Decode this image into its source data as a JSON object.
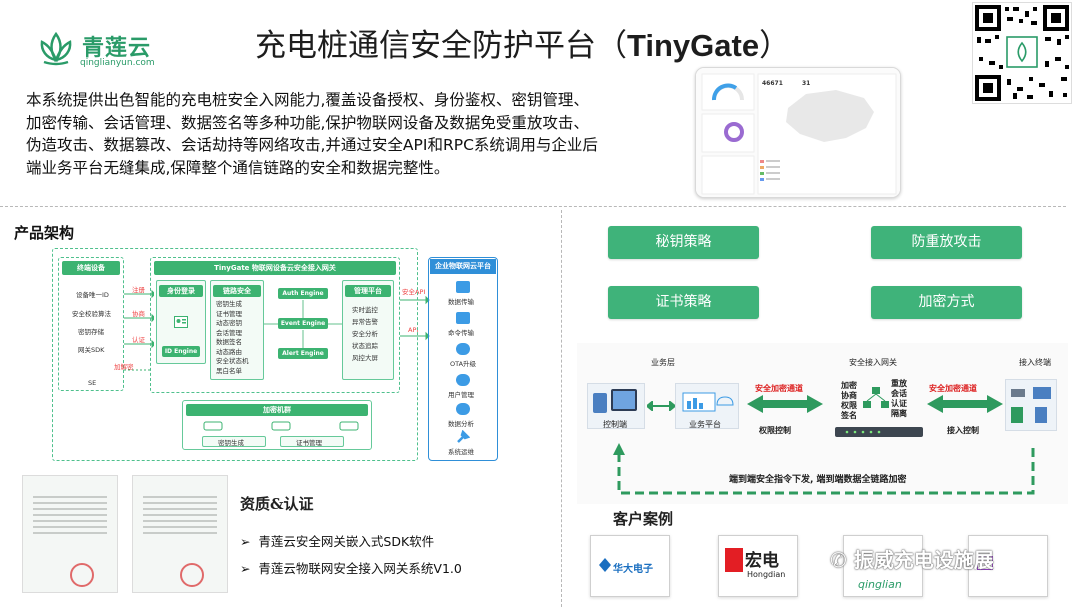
{
  "header": {
    "logo_name": "青莲云",
    "logo_url": "qinglianyun.com",
    "title_cn": "充电桩通信安全防护平台（",
    "title_en": "TinyGate",
    "title_end": "）"
  },
  "intro": "本系统提供出色智能的充电桩安全入网能力,覆盖设备授权、身份鉴权、密钥管理、加密传输、会话管理、数据签名等多种功能,保护物联网设备及数据免受重放攻击、伪造攻击、数据篡改、会话劫持等网络攻击,并通过安全API和RPC系统调用与企业后端业务平台无缝集成,保障整个通信链路的安全和数据完整性。",
  "dashboard": {
    "stat1": "46671",
    "stat2": "31"
  },
  "architecture": {
    "section_title": "产品架构",
    "terminal_header": "终端设备",
    "terminal_items": [
      "设备唯一ID",
      "安全校验算法",
      "密钥存储",
      "网关SDK",
      "SE"
    ],
    "gateway_header": "TinyGate 物联网设备云安全接入网关",
    "identity_header": "身份登录",
    "identity_engine": "ID Engine",
    "link_header": "链路安全",
    "link_items": [
      "密钥生成",
      "证书管理",
      "动态密钥",
      "会话管理",
      "数据签名",
      "动态路由",
      "安全状态机",
      "黑白名单"
    ],
    "engines": [
      "Auth Engine",
      "Event Engine",
      "Alert Engine"
    ],
    "mgmt_header": "管理平台",
    "mgmt_items": [
      "实时监控",
      "异常告警",
      "安全分析",
      "状态追踪",
      "风控大屏"
    ],
    "arrows": [
      "注册",
      "协商",
      "认证",
      "加解密"
    ],
    "api_labels": [
      "安全API",
      "API"
    ],
    "crypto_header": "加密机群",
    "crypto_items": [
      "密钥生成",
      "证书管理"
    ],
    "platform_header": "企业物联网云平台",
    "platform_items": [
      "数据传输",
      "命令传输",
      "OTA升级",
      "用户管理",
      "数据分析",
      "系统运维"
    ]
  },
  "strategies": [
    "秘钥策略",
    "防重放攻击",
    "证书策略",
    "加密方式"
  ],
  "network": {
    "col_business": "业务层",
    "col_gateway": "安全接入网关",
    "col_terminal": "接入终端",
    "control": "控制端",
    "platform": "业务平台",
    "channel1": "安全加密通道",
    "channel2": "安全加密通道",
    "perm": "权限控制",
    "access": "接入控制",
    "gw_left": [
      "加密",
      "协商",
      "权限",
      "签名"
    ],
    "gw_right": [
      "重放",
      "会话",
      "认证",
      "隔离"
    ],
    "footer": "端到端安全指令下发, 端到端数据全链路加密"
  },
  "qualification": {
    "title": "资质&认证",
    "items": [
      "青莲云安全网关嵌入式SDK软件",
      "青莲云物联网安全接入网关系统V1.0"
    ]
  },
  "customers": {
    "title": "客户案例",
    "names": [
      "华大电子",
      "宏电",
      "Hongdian",
      "qinglian"
    ]
  },
  "watermark": "振威充电设施展",
  "colors": {
    "accent": "#3fb37a",
    "brand": "#2a9b68",
    "blue": "#2f8fd8"
  }
}
